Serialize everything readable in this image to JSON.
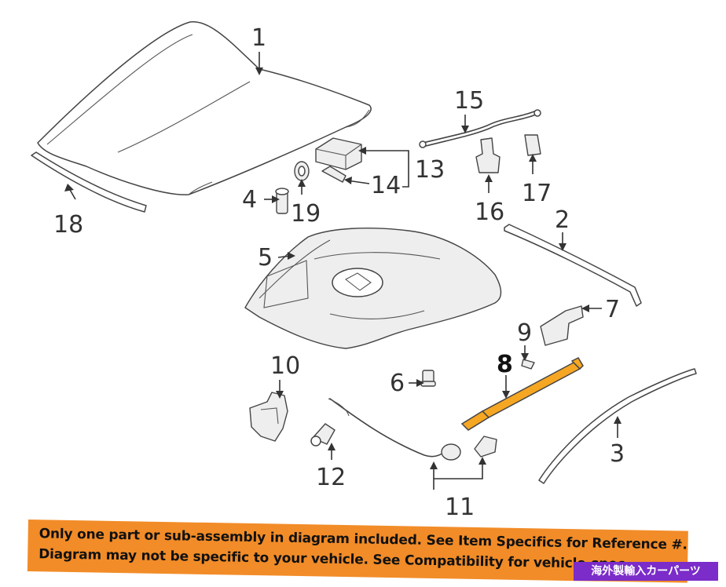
{
  "diagram": {
    "part_labels": {
      "p1": "1",
      "p2": "2",
      "p3": "3",
      "p4": "4",
      "p5": "5",
      "p6": "6",
      "p7": "7",
      "p8": "8",
      "p9": "9",
      "p10": "10",
      "p11": "11",
      "p12": "12",
      "p13": "13",
      "p14": "14",
      "p15": "15",
      "p16": "16",
      "p17": "17",
      "p18": "18",
      "p19": "19"
    },
    "highlight_color": "#f5a623"
  },
  "banner": {
    "line1": "Only one part or sub-assembly in diagram included. See Item Specifics for Reference #.",
    "line2": "Diagram may not be specific to your vehicle. See Compatibility for vehicle-spec",
    "background": "#f28c28"
  },
  "shop_label": {
    "text": "海外製輸入カーパーツ",
    "background": "#7b2cc9"
  }
}
